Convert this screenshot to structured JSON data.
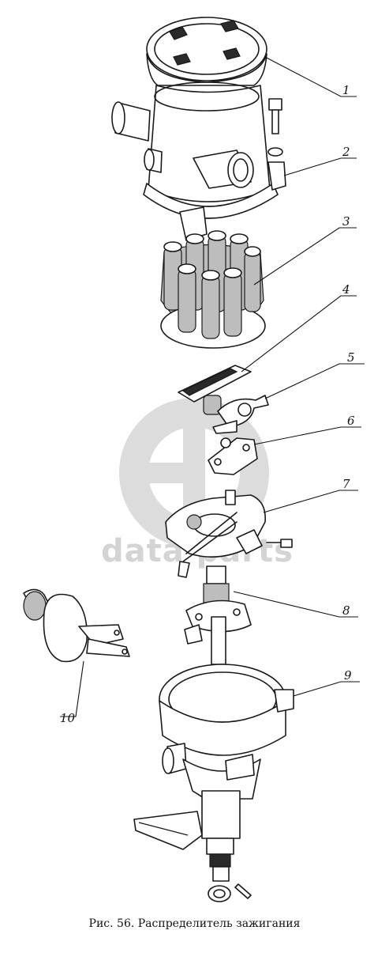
{
  "caption": "Рис. 56. Распределитель зажигания",
  "watermark": {
    "text": "data parts",
    "color": "#d4d4d4"
  },
  "callouts": [
    {
      "label": "1"
    },
    {
      "label": "2"
    },
    {
      "label": "3"
    },
    {
      "label": "4"
    },
    {
      "label": "5"
    },
    {
      "label": "6"
    },
    {
      "label": "7"
    },
    {
      "label": "8"
    },
    {
      "label": "9"
    },
    {
      "label": "10"
    }
  ]
}
